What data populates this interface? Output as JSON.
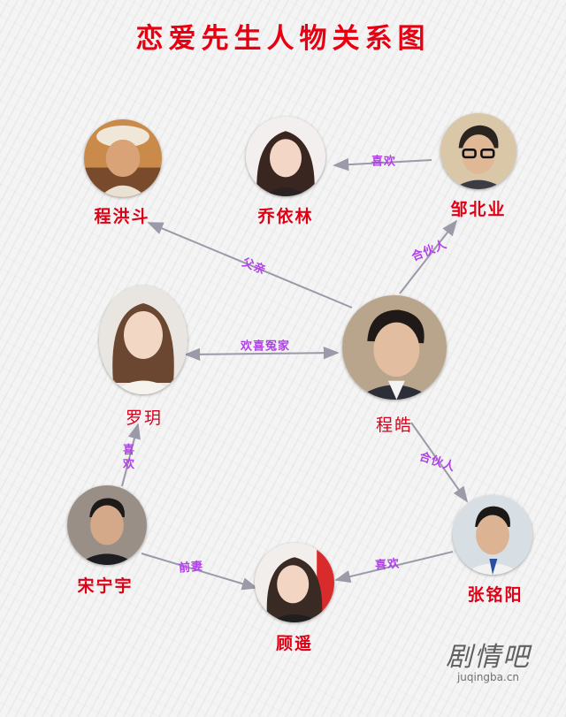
{
  "title": "恋爱先生人物关系图",
  "characters": {
    "cheng_hongdou": "程洪斗",
    "qiao_yilin": "乔依林",
    "zou_beiye": "邹北业",
    "luo_yu": "罗玥",
    "cheng_hao": "程皓",
    "song_ningyu": "宋宁宇",
    "gu_yao": "顾遥",
    "zhang_mingyang": "张铭阳"
  },
  "relations": {
    "zou_likes_qiao": "喜欢",
    "hongdou_father": "父亲",
    "hao_partner_zou": "合伙人",
    "hao_luo_rivals": "欢喜冤家",
    "hao_partner_zhang": "合伙人",
    "song_likes_luo": "喜欢",
    "song_ex_wife": "前妻",
    "zhang_likes_gu": "喜欢"
  },
  "watermark": {
    "cn": "剧情吧",
    "en": "juqingba.cn"
  },
  "colors": {
    "title": "#e60012",
    "name": "#e00016",
    "edge_label": "#b040e8",
    "edge_line": "#9a9aa8"
  }
}
